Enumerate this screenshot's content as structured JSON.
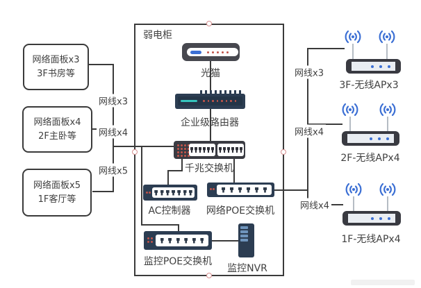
{
  "diagram": {
    "cabinet": {
      "label": "弱电柜"
    },
    "devices": {
      "modem": {
        "label": "光猫"
      },
      "router": {
        "label": "企业级路由器"
      },
      "gswitch": {
        "label": "千兆交换机"
      },
      "ac_controller": {
        "label": "AC控制器"
      },
      "poe_switch": {
        "label": "网络POE交换机"
      },
      "cam_poe_switch": {
        "label": "监控POE交换机"
      },
      "nvr": {
        "label": "监控NVR"
      }
    },
    "panels": [
      {
        "line1": "网络面板x3",
        "line2": "3F书房等",
        "cable": "网线x3"
      },
      {
        "line1": "网络面板x4",
        "line2": "2F主卧等",
        "cable": "网线x4"
      },
      {
        "line1": "网络面板x5",
        "line2": "1F客厅等",
        "cable": "网线x5"
      }
    ],
    "aps": [
      {
        "label": "3F-无线APx3",
        "cable": "网线x3"
      },
      {
        "label": "2F-无线APx4",
        "cable": "网线x4"
      },
      {
        "label": "1F-无线APx4",
        "cable": "网线x4"
      }
    ],
    "colors": {
      "line": "#3a3a3a",
      "device_navy": "#2c3d52",
      "device_charcoal": "#3a3b42",
      "modem_gray": "#47484f",
      "led_red": "#c0544a",
      "accent_blue": "#3b6fd4",
      "accent_teal": "#35c4bd",
      "handle_pink": "#d78f8f",
      "ap_face": "#e9edf2"
    }
  }
}
